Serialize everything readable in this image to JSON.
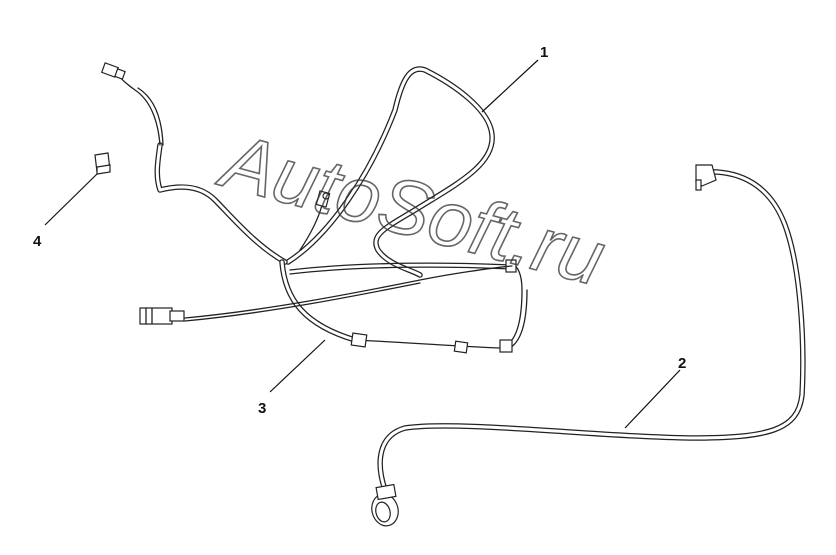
{
  "watermark": "AutoSoft.ru",
  "callouts": [
    {
      "label": "1"
    },
    {
      "label": "2"
    },
    {
      "label": "3"
    },
    {
      "label": "4"
    }
  ]
}
